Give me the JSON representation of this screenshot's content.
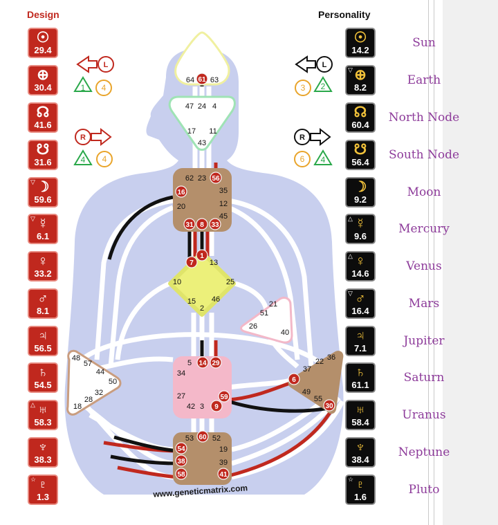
{
  "titles": {
    "design": "Design",
    "personality": "Personality"
  },
  "design": [
    {
      "symbol": "☉",
      "value": "29.4",
      "mark": ""
    },
    {
      "symbol": "⊕",
      "value": "30.4",
      "mark": ""
    },
    {
      "symbol": "☊",
      "value": "41.6",
      "mark": ""
    },
    {
      "symbol": "☋",
      "value": "31.6",
      "mark": ""
    },
    {
      "symbol": "☽",
      "value": "59.6",
      "mark": "▽"
    },
    {
      "symbol": "☿",
      "value": "6.1",
      "mark": "▽"
    },
    {
      "symbol": "♀",
      "value": "33.2",
      "mark": ""
    },
    {
      "symbol": "♂",
      "value": "8.1",
      "mark": ""
    },
    {
      "symbol": "♃",
      "value": "56.5",
      "mark": ""
    },
    {
      "symbol": "♄",
      "value": "54.5",
      "mark": ""
    },
    {
      "symbol": "♅",
      "value": "58.3",
      "mark": "△"
    },
    {
      "symbol": "♆",
      "value": "38.3",
      "mark": ""
    },
    {
      "symbol": "♇",
      "value": "1.3",
      "mark": "☆"
    }
  ],
  "personality": [
    {
      "symbol": "☉",
      "value": "14.2",
      "mark": "",
      "name": "Sun"
    },
    {
      "symbol": "⊕",
      "value": "8.2",
      "mark": "▽",
      "name": "Earth"
    },
    {
      "symbol": "☊",
      "value": "60.4",
      "mark": "",
      "name": "North Node"
    },
    {
      "symbol": "☋",
      "value": "56.4",
      "mark": "",
      "name": "South Node"
    },
    {
      "symbol": "☽",
      "value": "9.2",
      "mark": "",
      "name": "Moon"
    },
    {
      "symbol": "☿",
      "value": "9.6",
      "mark": "△",
      "name": "Mercury"
    },
    {
      "symbol": "♀",
      "value": "14.6",
      "mark": "△",
      "name": "Venus"
    },
    {
      "symbol": "♂",
      "value": "16.4",
      "mark": "▽",
      "name": "Mars"
    },
    {
      "symbol": "♃",
      "value": "7.1",
      "mark": "",
      "name": "Jupiter"
    },
    {
      "symbol": "♄",
      "value": "61.1",
      "mark": "",
      "name": "Saturn"
    },
    {
      "symbol": "♅",
      "value": "58.4",
      "mark": "",
      "name": "Uranus"
    },
    {
      "symbol": "♆",
      "value": "38.4",
      "mark": "",
      "name": "Neptune"
    },
    {
      "symbol": "♇",
      "value": "1.6",
      "mark": "☆",
      "name": "Pluto"
    }
  ],
  "variables": {
    "design_top": {
      "letter": "L",
      "numbers": [
        "1",
        "4"
      ]
    },
    "design_bottom": {
      "letter": "R",
      "numbers": [
        "4",
        "4"
      ]
    },
    "pers_top": {
      "letter": "L",
      "numbers": [
        "3",
        "2"
      ]
    },
    "pers_bottom": {
      "letter": "R",
      "numbers": [
        "6",
        "4"
      ]
    }
  },
  "gates": {
    "head": [
      "64",
      "61",
      "63"
    ],
    "ajna": [
      "47",
      "24",
      "4",
      "17",
      "11",
      "43"
    ],
    "throat": [
      "62",
      "23",
      "56",
      "16",
      "35",
      "20",
      "12",
      "45",
      "31",
      "8",
      "33"
    ],
    "g": [
      "7",
      "1",
      "13",
      "10",
      "25",
      "15",
      "46",
      "2"
    ],
    "ego": [
      "21",
      "51",
      "26",
      "40"
    ],
    "sacral": [
      "5",
      "14",
      "29",
      "34",
      "27",
      "59",
      "42",
      "3",
      "9"
    ],
    "spleen": [
      "48",
      "57",
      "44",
      "50",
      "32",
      "28",
      "18"
    ],
    "solar": [
      "22",
      "36",
      "37",
      "6",
      "49",
      "55",
      "30"
    ],
    "root": [
      "53",
      "60",
      "52",
      "54",
      "19",
      "38",
      "39",
      "58",
      "41"
    ]
  },
  "footer_url": "www.geneticmatrix.com",
  "colors": {
    "design": "#c0281e",
    "personality": "#0c0c0c",
    "planet_name": "#8d3b9a",
    "body": "#c8cfee"
  }
}
